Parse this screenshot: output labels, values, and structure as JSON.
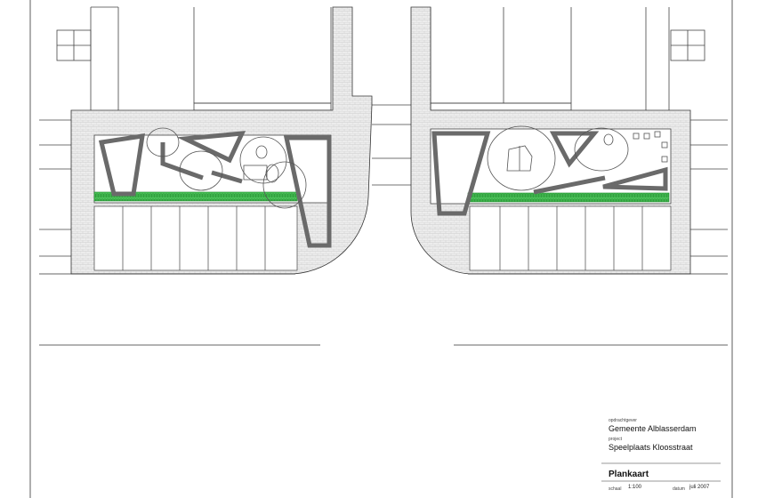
{
  "title_block": {
    "client_label": "opdrachtgever",
    "client": "Gemeente Alblasserdam",
    "project_label": "project",
    "project": "Speelplaats Kloosstraat",
    "drawing_title": "Plankaart",
    "scale_label": "schaal",
    "scale": "1:100",
    "date_label": "datum",
    "date": "juli 2007"
  },
  "colors": {
    "line": "#333333",
    "wall_fill": "#777777",
    "paving_fill": "#e4e4e4",
    "grass_strip": "#39b54a"
  }
}
